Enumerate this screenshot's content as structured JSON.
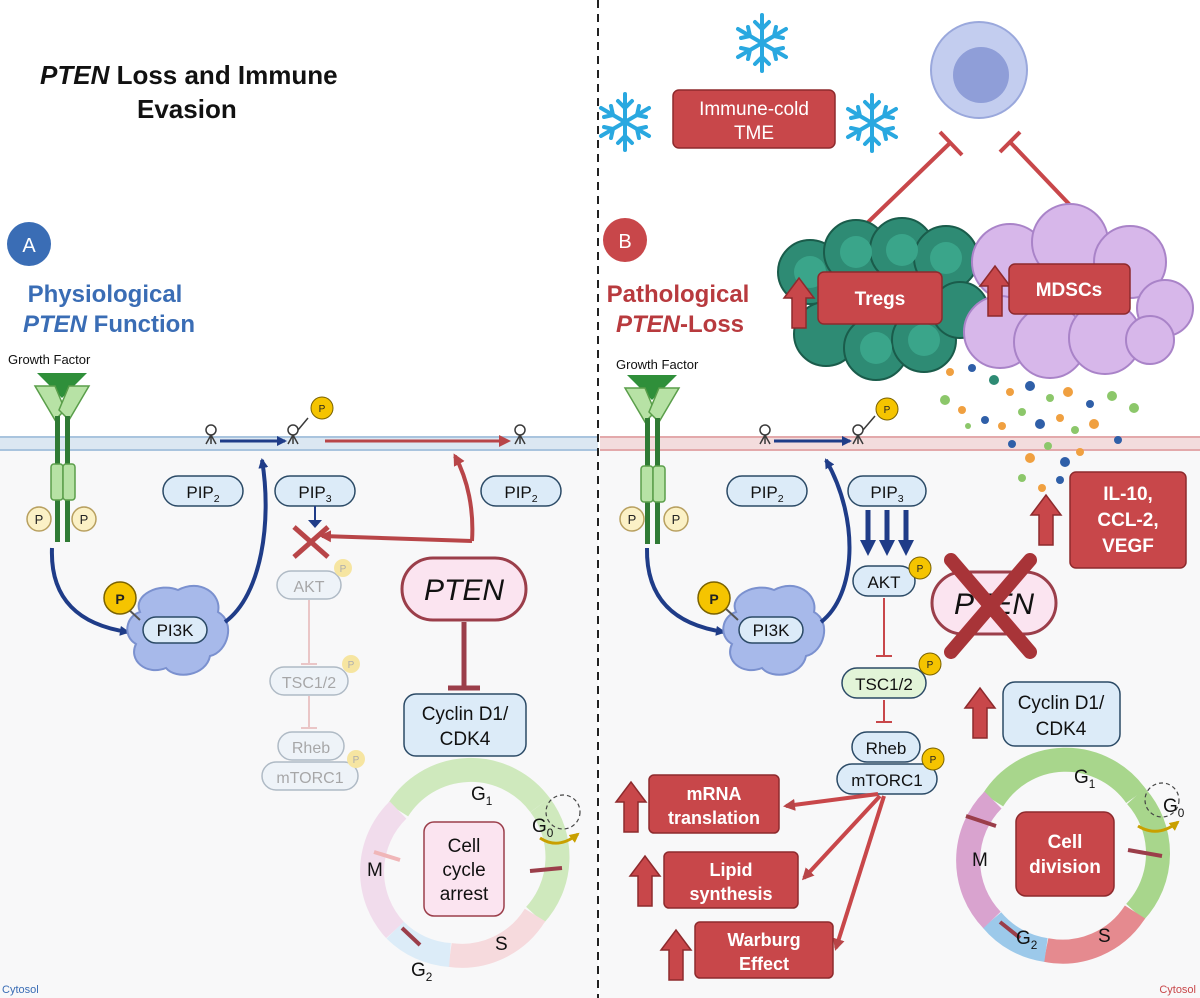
{
  "title": {
    "italic": "PTEN",
    "line1_rest": " Loss and Immune",
    "line2": "Evasion"
  },
  "panel_a": {
    "badge": "A",
    "heading_line1": "Physiological",
    "heading_italic": "PTEN",
    "heading_rest": " Function",
    "growth_factor": "Growth Factor",
    "phospho": "P",
    "pi3k": "PI3K",
    "pip2_main": "PIP",
    "pip2_sub": "2",
    "pip3_main": "PIP",
    "pip3_sub": "3",
    "akt": "AKT",
    "tsc": "TSC1/2",
    "rheb": "Rheb",
    "mtorc1": "mTORC1",
    "pten": "PTEN",
    "cyclin_line1": "Cyclin D1/",
    "cyclin_line2": "CDK4",
    "cycle_center": [
      "Cell",
      "cycle",
      "arrest"
    ],
    "phase_g1": "G",
    "phase_g1_sub": "1",
    "phase_g0": "G",
    "phase_g0_sub": "0",
    "phase_m": "M",
    "phase_s": "S",
    "phase_g2": "G",
    "phase_g2_sub": "2",
    "cytosol": "Cytosol"
  },
  "panel_b": {
    "badge": "B",
    "heading_line1": "Pathological",
    "heading_italic": "PTEN",
    "heading_rest": "-Loss",
    "growth_factor": "Growth Factor",
    "phospho": "P",
    "pi3k": "PI3K",
    "pip2_main": "PIP",
    "pip2_sub": "2",
    "pip3_main": "PIP",
    "pip3_sub": "3",
    "akt": "AKT",
    "tsc": "TSC1/2",
    "rheb": "Rheb",
    "mtorc1": "mTORC1",
    "pten": "PTEN",
    "immune_cold_line1": "Immune-cold",
    "immune_cold_line2": "TME",
    "tregs": "Tregs",
    "mdscs": "MDSCs",
    "cytokines": [
      "IL-10,",
      "CCL-2,",
      "VEGF"
    ],
    "cyclin_line1": "Cyclin D1/",
    "cyclin_line2": "CDK4",
    "mrna": [
      "mRNA",
      "translation"
    ],
    "lipid": [
      "Lipid",
      "synthesis"
    ],
    "warburg": [
      "Warburg",
      "Effect"
    ],
    "cycle_center": [
      "Cell",
      "division"
    ],
    "phase_g1": "G",
    "phase_g1_sub": "1",
    "phase_g0": "G",
    "phase_g0_sub": "0",
    "phase_m": "M",
    "phase_s": "S",
    "phase_g2": "G",
    "phase_g2_sub": "2",
    "cytosol": "Cytosol"
  },
  "colors": {
    "blue_heading": "#3a6db5",
    "red_heading": "#b83a3e",
    "red_box": "#c8474a",
    "navy_arrow": "#1f3c88",
    "pale_blue_box": "#dcebf8",
    "membrane_blue": "#a9c4de",
    "membrane_red": "#e3a9ab",
    "snowflake": "#29a8e0",
    "phospho_yellow": "#f5c400",
    "treg_green": "#2e8b74",
    "mdsc_purple": "#c9a6e0",
    "cycle_green": "#a8d68c",
    "cycle_red": "#e58a8f",
    "cycle_blue": "#9cc9ea",
    "cycle_pink": "#d9a3cf"
  }
}
